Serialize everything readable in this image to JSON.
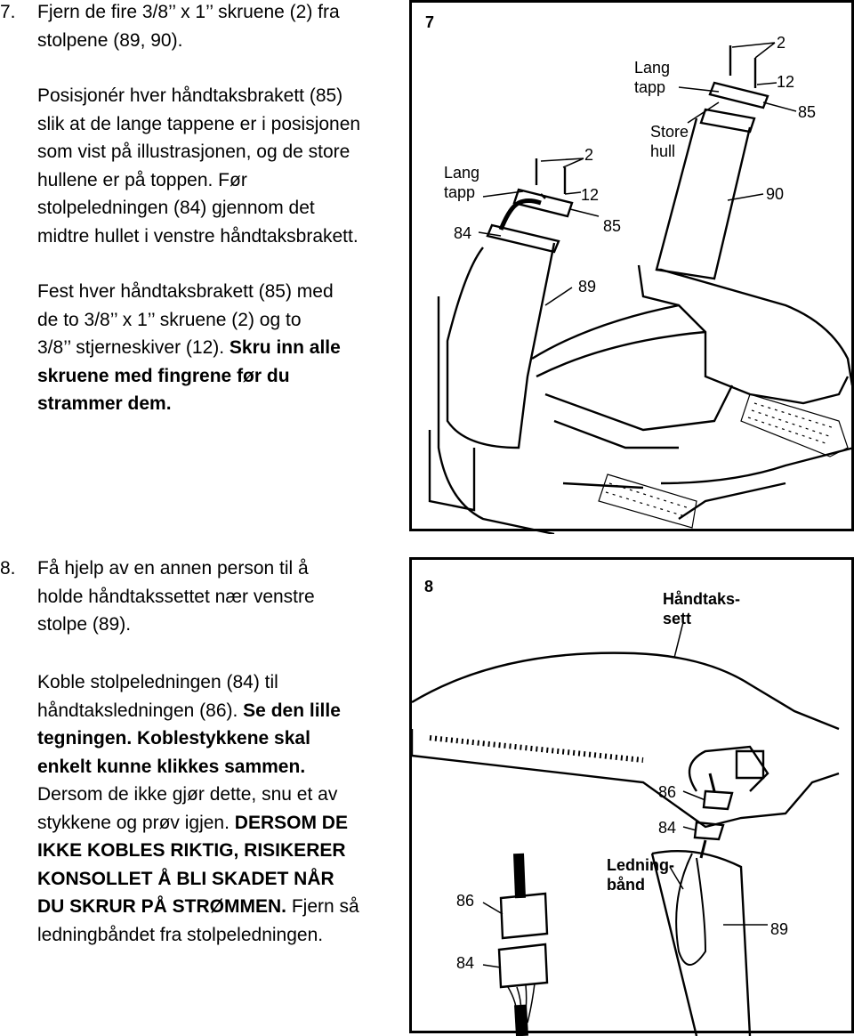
{
  "step7": {
    "number": "7.",
    "p1": [
      "Fjern de fire 3/8’’ x 1’’ skruene (2) fra",
      "stolpene (89, 90)."
    ],
    "p2": [
      "Posisjonér hver håndtaksbrakett (85)",
      "slik at de lange tappene er i posisjonen",
      "som vist på illustrasjonen, og de store",
      "hullene er på toppen. Før",
      "stolpeledningen (84) gjennom det",
      "midtre hullet i venstre håndtaksbrakett."
    ],
    "p3_normal": [
      "Fest hver håndtaksbrakett (85) med",
      "de to 3/8’’ x 1’’ skruene (2) og to",
      "3/8’’ stjerneskiver (12). "
    ],
    "p3_bold": [
      "Skru inn alle",
      "skruene med fingrene før du",
      "strammer dem."
    ]
  },
  "step8": {
    "number": "8.",
    "p1": [
      "Få hjelp av en annen person til å",
      "holde håndtakssettet nær venstre",
      "stolpe (89)."
    ],
    "p2_l1": "Koble stolpeledningen (84) til",
    "p2_l2a": "håndtaksledningen (86). ",
    "p2_l2b": "Se den lille",
    "p2_l3": "tegningen. Koblestykkene skal",
    "p2_l4": "enkelt kunne klikkes sammen.",
    "p2_l5": "Dersom de ikke gjør dette, snu et av",
    "p2_l6a": "stykkene og prøv igjen. ",
    "p2_l6b": "DERSOM DE",
    "p2_l7": "IKKE KOBLES RIKTIG, RISIKERER",
    "p2_l8": "KONSOLLET Å BLI SKADET NÅR",
    "p2_l9a": "DU SKRUR PÅ STRØMMEN.",
    "p2_l9b": " Fjern så",
    "p2_l10": "ledningbåndet fra stolpeledningen."
  },
  "figure7": {
    "number": "7",
    "labels": {
      "lang_tapp_left": [
        "Lang",
        "tapp"
      ],
      "lang_tapp_right": [
        "Lang",
        "tapp"
      ],
      "store_hull": [
        "Store",
        "hull"
      ],
      "n2a": "2",
      "n2b": "2",
      "n12a": "12",
      "n12b": "12",
      "n85a": "85",
      "n85b": "85",
      "n84": "84",
      "n89": "89",
      "n90": "90"
    }
  },
  "figure8": {
    "number": "8",
    "labels": {
      "handtakssett": [
        "Håndtaks-",
        "sett"
      ],
      "ledningband": [
        "Ledning-",
        "bånd"
      ],
      "n86a": "86",
      "n84a": "84",
      "n86b": "86",
      "n84b": "84",
      "n89": "89"
    }
  }
}
